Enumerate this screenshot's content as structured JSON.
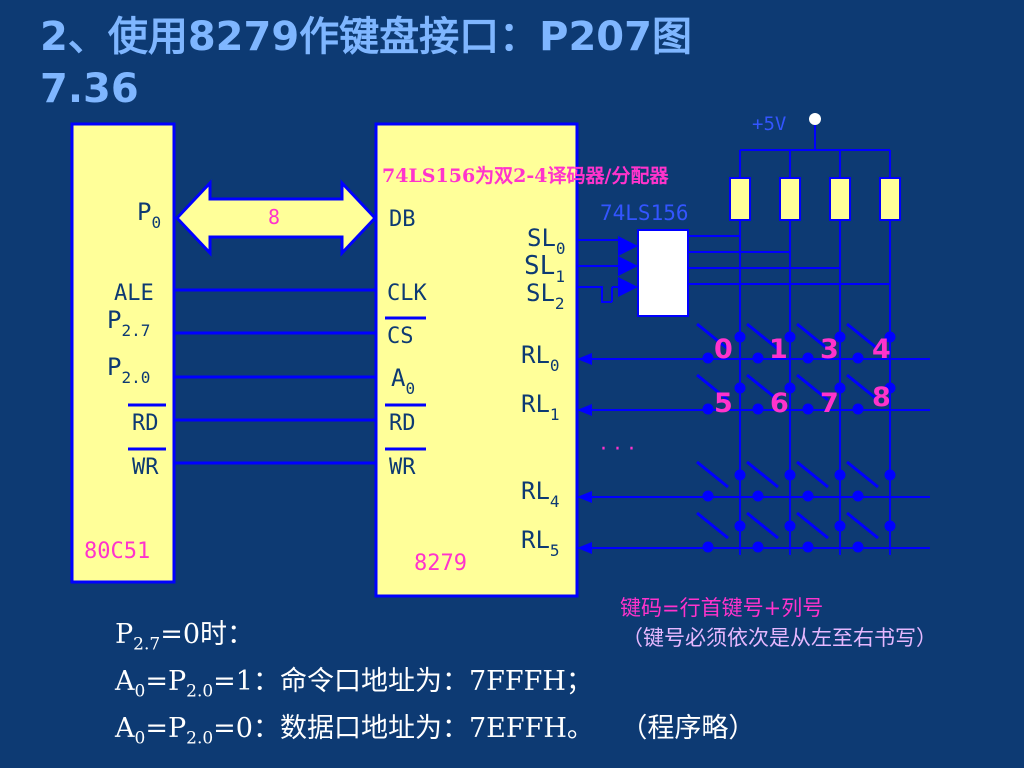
{
  "title": {
    "line1": "2、使用8279作键盘接口：P207图",
    "line2": "7.36"
  },
  "chip_80c51": {
    "name": "80C51",
    "pin_p0": "P",
    "pin_p0_sub": "0",
    "pin_ale": "ALE",
    "pin_p27": "P",
    "pin_p27_sub": "2.7",
    "pin_p20": "P",
    "pin_p20_sub": "2.0",
    "pin_rd": "RD",
    "pin_wr": "WR"
  },
  "bus_label": "8",
  "chip_8279": {
    "name": "8279",
    "pin_db": "DB",
    "pin_clk": "CLK",
    "pin_cs": "CS",
    "pin_a0": "A",
    "pin_a0_sub": "0",
    "pin_rd": "RD",
    "pin_wr": "WR",
    "pin_sl0": "SL",
    "pin_sl0_sub": "0",
    "pin_sl1": "SL",
    "pin_sl1_sub": "1",
    "pin_sl2": "SL",
    "pin_sl2_sub": "2",
    "pin_rl0": "RL",
    "pin_rl0_sub": "0",
    "pin_rl1": "RL",
    "pin_rl1_sub": "1",
    "pin_rl4": "RL",
    "pin_rl4_sub": "4",
    "pin_rl5": "RL",
    "pin_rl5_sub": "5",
    "dots": "· · ·"
  },
  "decoder": {
    "name": "74LS156",
    "note": "74LS156为双2-4译码器/分配器"
  },
  "power_label": "+5V",
  "keys": [
    "0",
    "1",
    "3",
    "4",
    "5",
    "6",
    "7",
    "8"
  ],
  "keycode_note": "键码=行首键号+列号",
  "keycode_note2": "（键号必须依次是从左至右书写）",
  "bottom": {
    "line1_a": "P",
    "line1_sub": "2.7",
    "line1_b": "=0时：",
    "line2_a": "A",
    "line2_sub1": "0",
    "line2_b": "=P",
    "line2_sub2": "2.0",
    "line2_c": "=1：命令口地址为：7FFFH；",
    "line3_a": "A",
    "line3_sub1": "0",
    "line3_b": "=P",
    "line3_sub2": "2.0",
    "line3_c": "=0：数据口地址为：7EFFH。",
    "line3_d": "（程序略）"
  },
  "colors": {
    "background": "#0d3a73",
    "chip_fill": "#ffff99",
    "chip_border": "#0000ff",
    "wire": "#0000ff",
    "title": "#7fb6ff",
    "key_label": "#ff33cc"
  }
}
